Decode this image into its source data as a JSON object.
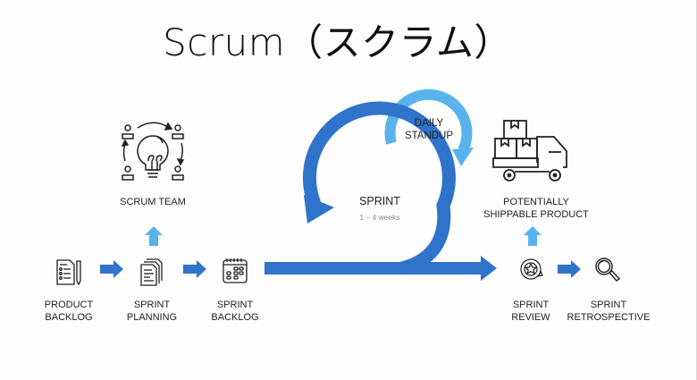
{
  "title": "Scrum（スクラム）",
  "colors": {
    "primary_blue": "#2F73CB",
    "light_blue": "#58B2EC",
    "icon_stroke": "#222222",
    "text": "#222222",
    "subtext": "#888888"
  },
  "steps": [
    {
      "id": "product-backlog",
      "icon": "document-list-pencil-icon",
      "label_lines": [
        "PRODUCT",
        "BACKLOG"
      ]
    },
    {
      "id": "sprint-planning",
      "icon": "stacked-documents-icon",
      "label_lines": [
        "SPRINT",
        "PLANNING"
      ]
    },
    {
      "id": "sprint-backlog",
      "icon": "calendar-icon",
      "label_lines": [
        "SPRINT",
        "BACKLOG"
      ]
    },
    {
      "id": "sprint-review",
      "icon": "star-badge-icon",
      "label_lines": [
        "SPRINT",
        "REVIEW"
      ]
    },
    {
      "id": "sprint-retrospective",
      "icon": "magnifier-icon",
      "label_lines": [
        "SPRINT",
        "RETROSPECTIVE"
      ]
    }
  ],
  "scrum_team": {
    "icon": "team-lightbulb-icon",
    "label": "SCRUM TEAM"
  },
  "product": {
    "icon": "delivery-truck-icon",
    "label_lines": [
      "POTENTIALLY",
      "SHIPPABLE PRODUCT"
    ]
  },
  "sprint_loop": {
    "label": "SPRINT",
    "duration": "1 – 4 weeks"
  },
  "daily_loop": {
    "label_lines": [
      "DAILY",
      "STANDUP"
    ]
  }
}
